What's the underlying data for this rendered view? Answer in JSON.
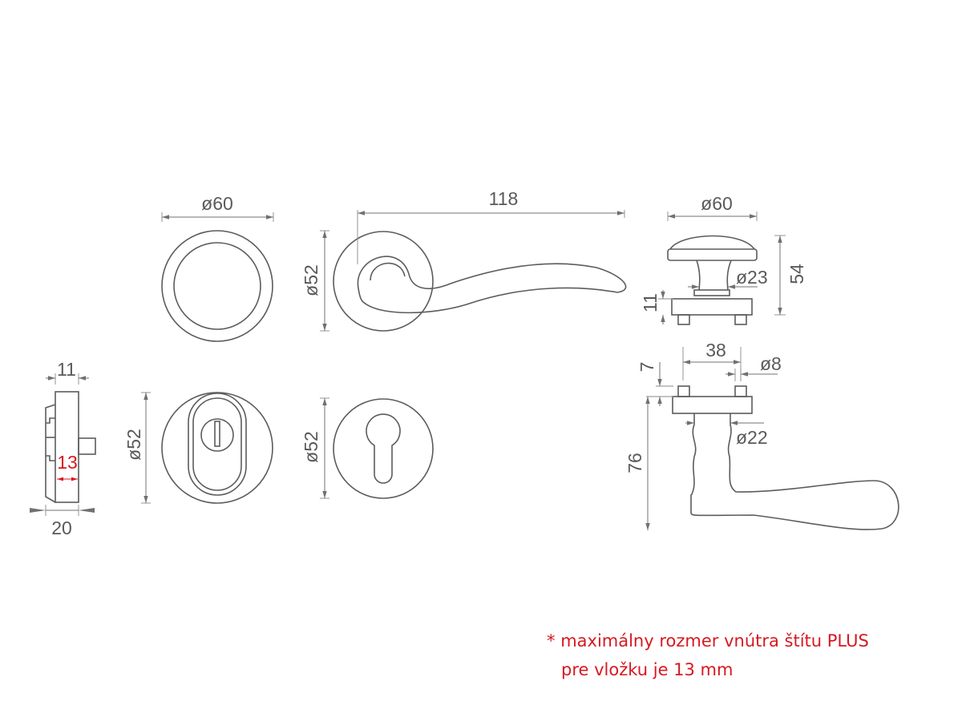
{
  "dimensions": {
    "rosette_diameter": "ø60",
    "lever_length": "118",
    "lever_rosette_diameter": "ø52",
    "knob_diameter": "ø60",
    "knob_height": "54",
    "knob_neck_diameter": "ø23",
    "knob_plate_height": "11",
    "cylinder_side_width": "11",
    "cylinder_side_total": "20",
    "cylinder_max_inner": "13",
    "security_escutcheon_diameter": "ø52",
    "profile_escutcheon_diameter": "ø52",
    "pin_spacing": "38",
    "pin_diameter": "ø8",
    "pin_height": "7",
    "lever_side_height": "76",
    "lever_neck_diameter": "ø22"
  },
  "note": {
    "marker": "*",
    "line1": "maximálny rozmer vnútra štítu PLUS",
    "line2": "pre vložku je 13 mm"
  },
  "colors": {
    "line": "#5c5c5c",
    "accent": "#d71920"
  }
}
